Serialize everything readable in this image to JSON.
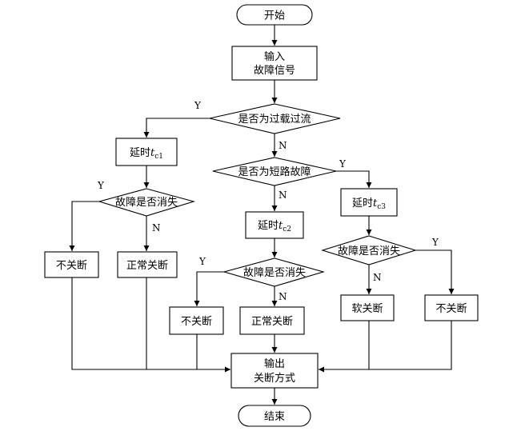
{
  "nodes": {
    "start": {
      "label": "开始"
    },
    "input": {
      "lines": [
        "输入",
        "故障信号"
      ]
    },
    "d_overload": {
      "label": "是否为过载过流"
    },
    "delay1": {
      "label": "延时",
      "symbol": "t",
      "sub": "c1"
    },
    "d_short": {
      "label": "是否为短路故障"
    },
    "d_fault1": {
      "label": "故障是否消失"
    },
    "delay2": {
      "label": "延时",
      "symbol": "t",
      "sub": "c2"
    },
    "delay3": {
      "label": "延时",
      "symbol": "t",
      "sub": "c3"
    },
    "no_break1": {
      "label": "不关断"
    },
    "normal1": {
      "label": "正常关断"
    },
    "d_fault2": {
      "label": "故障是否消失"
    },
    "d_fault3": {
      "label": "故障是否消失"
    },
    "no_break2": {
      "label": "不关断"
    },
    "normal2": {
      "label": "正常关断"
    },
    "soft": {
      "label": "软关断"
    },
    "no_break3": {
      "label": "不关断"
    },
    "output": {
      "lines": [
        "输出",
        "关断方式"
      ]
    },
    "end": {
      "label": "结束"
    }
  },
  "branch_labels": {
    "yes": "Y",
    "no": "N"
  }
}
